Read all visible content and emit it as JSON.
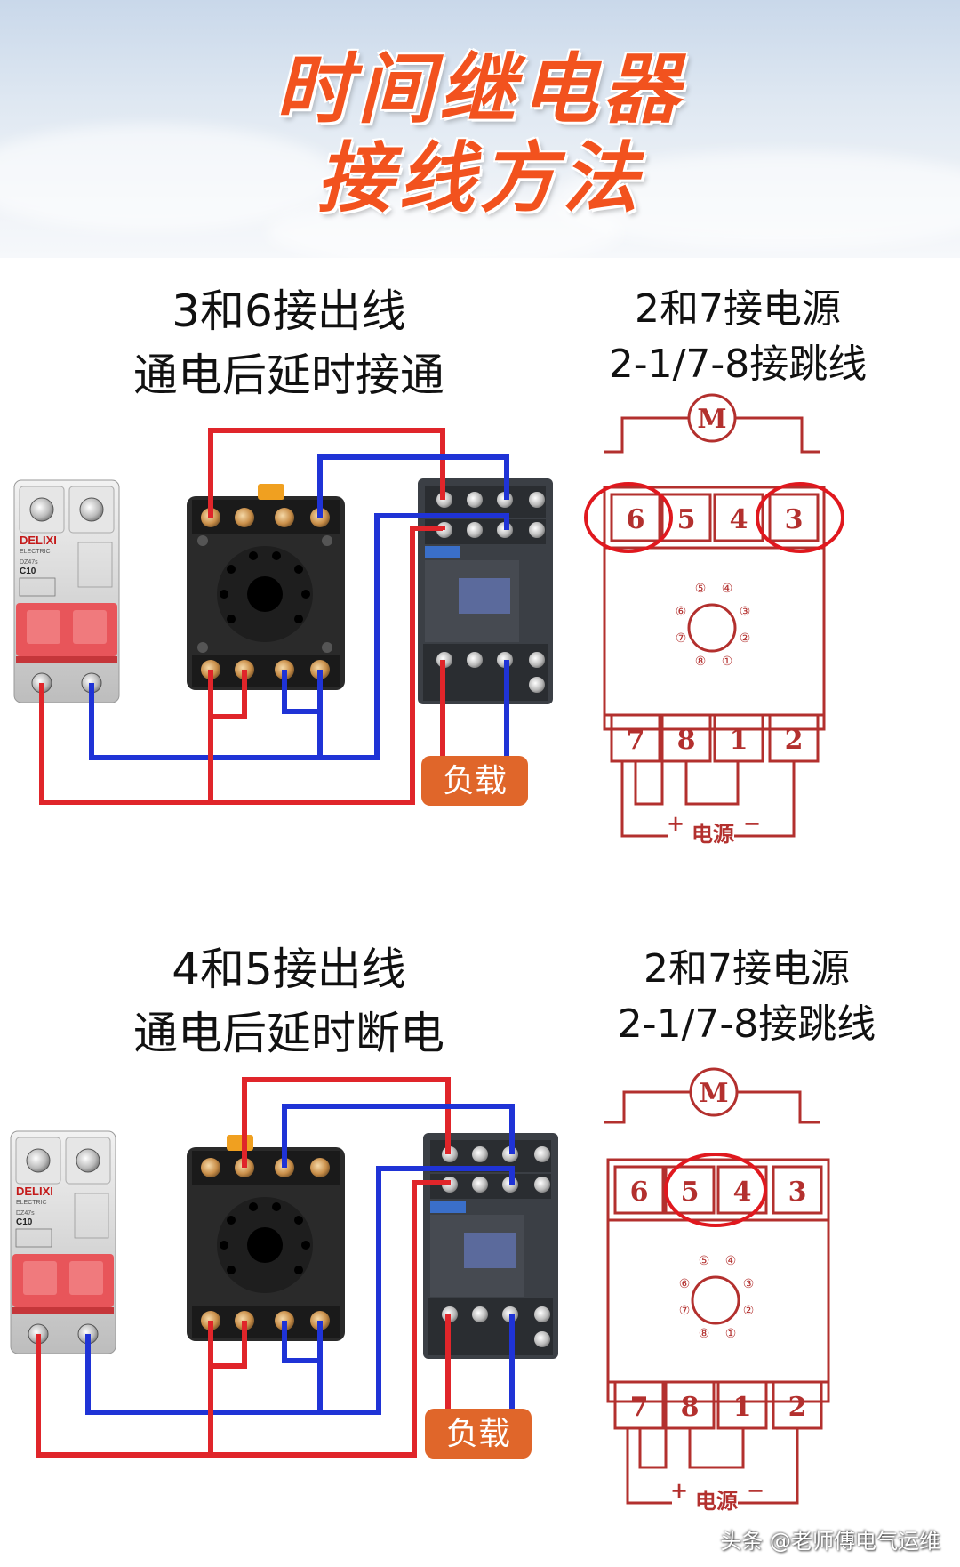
{
  "title": {
    "line1": "时间继电器",
    "line2": "接线方法"
  },
  "sections": [
    {
      "heading_line1": "3和6接出线",
      "heading_line2": "通电后延时接通",
      "side_line1": "2和7接电源",
      "side_line2": "2-1/7-8接跳线",
      "load_label": "负载",
      "top_terminals": [
        "6",
        "5",
        "4",
        "3"
      ],
      "bottom_terminals": [
        "7",
        "8",
        "1",
        "2"
      ],
      "highlighted": [
        "6",
        "3"
      ]
    },
    {
      "heading_line1": "4和5接出线",
      "heading_line2": "通电后延时断电",
      "side_line1": "2和7接电源",
      "side_line2": "2-1/7-8接跳线",
      "load_label": "负载",
      "top_terminals": [
        "6",
        "5",
        "4",
        "3"
      ],
      "bottom_terminals": [
        "7",
        "8",
        "1",
        "2"
      ],
      "highlighted": [
        "5",
        "4"
      ]
    }
  ],
  "diagram_labels": {
    "motor": "M",
    "power": "电源",
    "plus": "+",
    "minus": "−",
    "pins": [
      "⑤",
      "④",
      "⑥",
      "③",
      "⑦",
      "②",
      "⑧",
      "①"
    ]
  },
  "breaker": {
    "brand": "DELIXI",
    "sub": "ELECTRIC",
    "model": "DZ47s",
    "rating": "C10"
  },
  "colors": {
    "title": "#f2521e",
    "red_wire": "#e0252a",
    "blue_wire": "#1f33d6",
    "schematic": "#b3302e",
    "load_bg": "#e0662a"
  },
  "watermark": "头条 @老师傅电气运维"
}
